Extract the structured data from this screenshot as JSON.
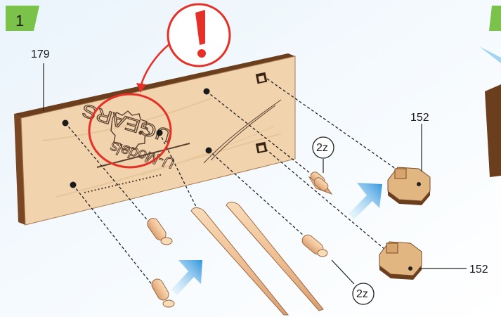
{
  "step": {
    "number": "1"
  },
  "parts": {
    "board": "179",
    "peg_top": "152",
    "peg_bottom": "152"
  },
  "quantities": {
    "upper": "2z",
    "lower": "2z"
  },
  "warning_symbol": "!",
  "logo": {
    "text_line1": "UGEARS",
    "text_line2": "U-Models"
  },
  "colors": {
    "step_badge": "#7bc24a",
    "warning": "#e63027",
    "arrow": "#3aa0e0",
    "wood_face": "#f1d3ad",
    "wood_edge": "#6b3e1e",
    "dowel": "#f2c59a"
  }
}
